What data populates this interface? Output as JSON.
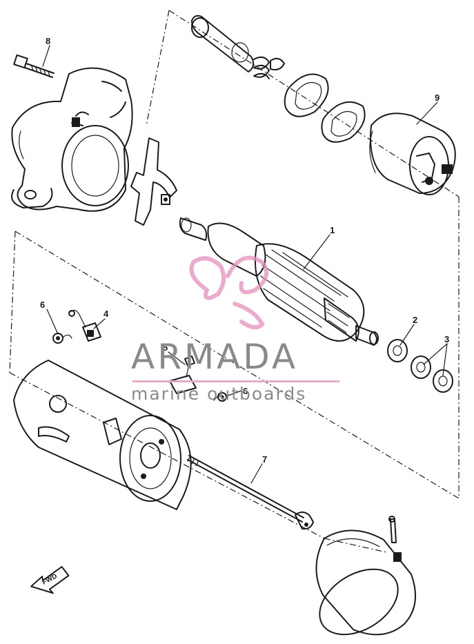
{
  "diagram": {
    "callouts": [
      "1",
      "2",
      "3",
      "4",
      "5",
      "6",
      "6",
      "7",
      "8",
      "9"
    ],
    "direction_label": "FWD"
  },
  "watermark": {
    "brand": "ARMADA",
    "tagline": "marine outboards"
  },
  "colors": {
    "ink": "#1a1a1a",
    "watermark_text": "#8a8a8a",
    "watermark_accent": "#e8a8c8"
  }
}
